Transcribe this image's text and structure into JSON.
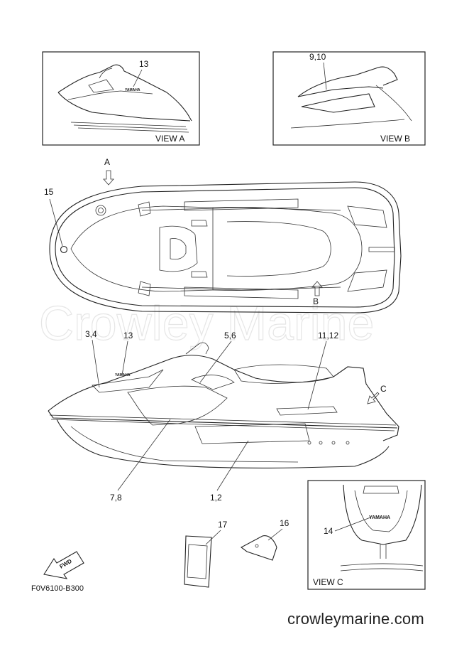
{
  "watermark": "Crowley Marine",
  "footer": {
    "site": "crowleymarine.com",
    "code": "F0V6100-B300"
  },
  "views": {
    "a": {
      "title": "VIEW A",
      "callout": "13"
    },
    "b": {
      "title": "VIEW B",
      "callout": "9,10"
    },
    "c": {
      "title": "VIEW C",
      "callout": "14",
      "brand": "YAMAHA"
    }
  },
  "top_view": {
    "arrow_a": "A",
    "arrow_b": "B",
    "callout": "15"
  },
  "side_view": {
    "arrow_c": "C",
    "brand": "YAMAHA",
    "callouts": {
      "c34": "3,4",
      "c13": "13",
      "c56": "5,6",
      "c1112": "11,12",
      "c78": "7,8",
      "c12": "1,2"
    }
  },
  "parts": {
    "p17": "17",
    "p16": "16"
  },
  "fwd_label": "FWD"
}
